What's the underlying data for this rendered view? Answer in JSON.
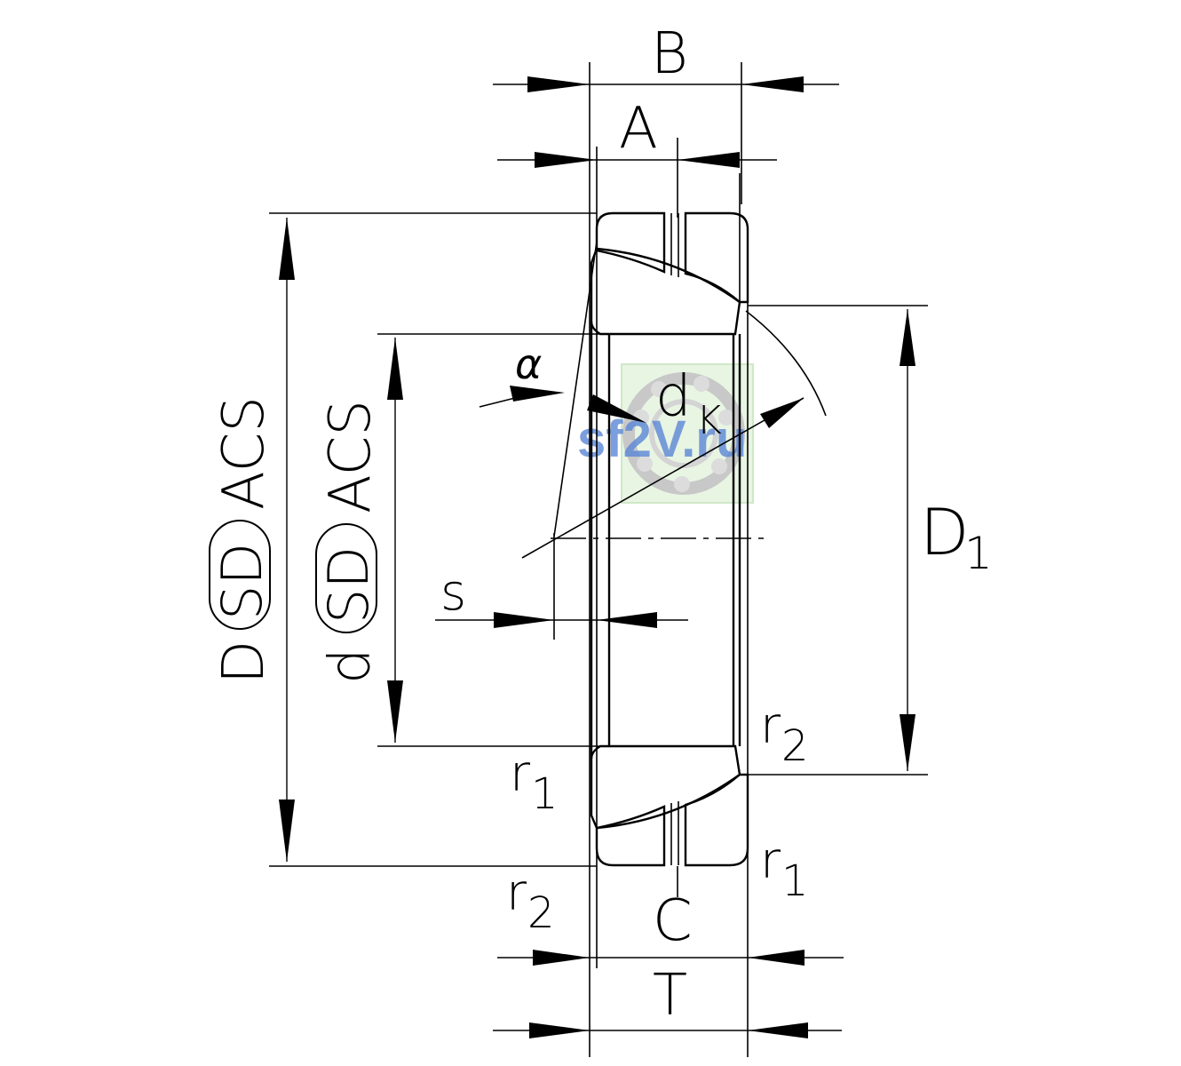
{
  "labels": {
    "B": "B",
    "A": "A",
    "alpha": "α",
    "dk_d": "d",
    "dk_sub": "K",
    "s": "s",
    "D1": "D",
    "D1_sub": "1",
    "D_sym": "D",
    "D_circled": "SD",
    "D_tol": "ACS",
    "d_sym": "d",
    "d_circled": "SD",
    "d_tol": "ACS",
    "r2_top": "r",
    "r2_top_sub": "2",
    "r1_left": "r",
    "r1_left_sub": "1",
    "r1_right": "r",
    "r1_right_sub": "1",
    "r2_bottom": "r",
    "r2_bottom_sub": "2",
    "C": "C",
    "T": "T"
  },
  "watermark": {
    "text": "sf2V.ru",
    "color": "#5b86d6"
  }
}
